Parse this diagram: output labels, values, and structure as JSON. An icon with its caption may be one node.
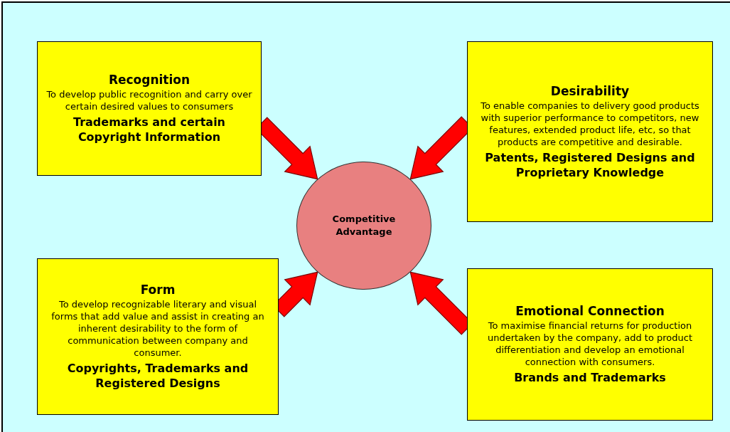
{
  "diagram": {
    "nodes": [
      {
        "text": [
          "Recognition",
          "To develop public recognition and carry over certain desired values to consumers",
          "Trademarks and certain Copyright Information"
        ]
      },
      {
        "text": [
          "Desirability",
          "To enable companies to delivery good products with superior performance to competitors, new features, extended product life, etc, so that products are competitive and desirable.",
          "Patents, Registered Designs and Proprietary Knowledge"
        ]
      },
      {
        "text": [
          "Competitive Advantage"
        ]
      },
      {
        "text": [
          "Form",
          "To develop recognizable literary and visual forms that add value and assist in creating an inherent desirability to the form of communication between company and consumer.",
          "Copyrights, Trademarks and Registered Designs"
        ]
      },
      {
        "text": [
          "Emotional Connection",
          "To maximise financial returns for production undertaken by the company, add to product differentiation and develop an emotional connection with consumers.",
          "Brands and Trademarks"
        ]
      }
    ],
    "edges": [
      {
        "from": 0,
        "to": 2,
        "arrow": "to"
      },
      {
        "from": 1,
        "to": 2,
        "arrow": "to"
      },
      {
        "from": 3,
        "to": 2,
        "arrow": "to"
      },
      {
        "from": 4,
        "to": 2,
        "arrow": "to"
      }
    ]
  }
}
